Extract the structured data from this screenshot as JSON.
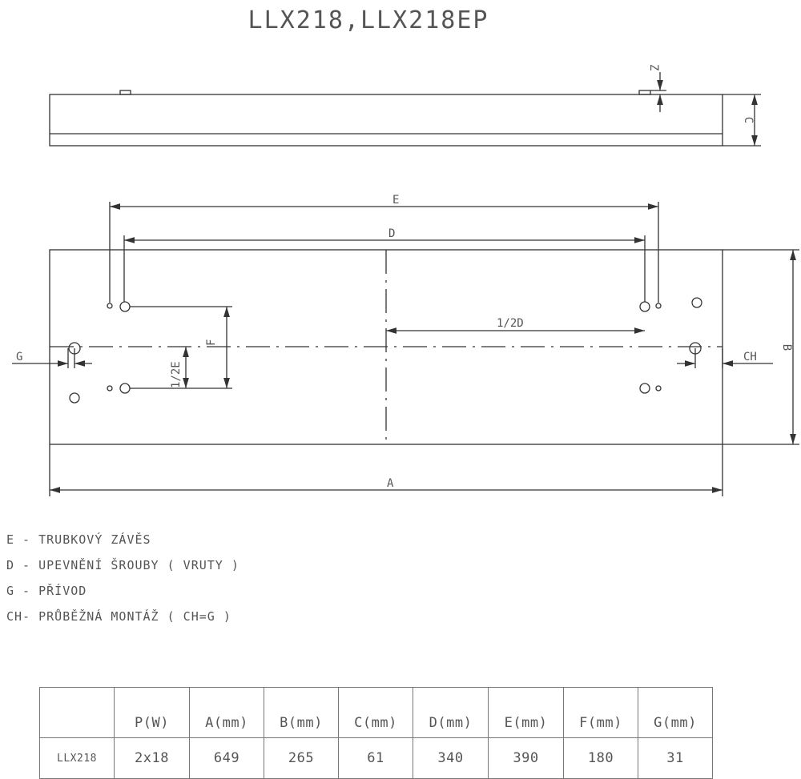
{
  "title": "LLX218,LLX218EP",
  "labels": {
    "E": "E",
    "D": "D",
    "C": "C",
    "Z": "Z",
    "F": "F",
    "half_E": "1/2E",
    "half_D": "1/2D",
    "G": "G",
    "CH": "CH",
    "B": "B",
    "A": "A"
  },
  "legend": [
    "E - TRUBKOVÝ ZÁVĚS",
    "D - UPEVNĚNÍ ŠROUBY ( VRUTY )",
    "G - PŘÍVOD",
    "CH- PRŮBĚŽNÁ MONTÁŽ ( CH=G )"
  ],
  "table": {
    "headers": [
      "",
      "P(W)",
      "A(mm)",
      "B(mm)",
      "C(mm)",
      "D(mm)",
      "E(mm)",
      "F(mm)",
      "G(mm)"
    ],
    "rows": [
      [
        "LLX218",
        "2x18",
        "649",
        "265",
        "61",
        "340",
        "390",
        "180",
        "31"
      ]
    ]
  }
}
